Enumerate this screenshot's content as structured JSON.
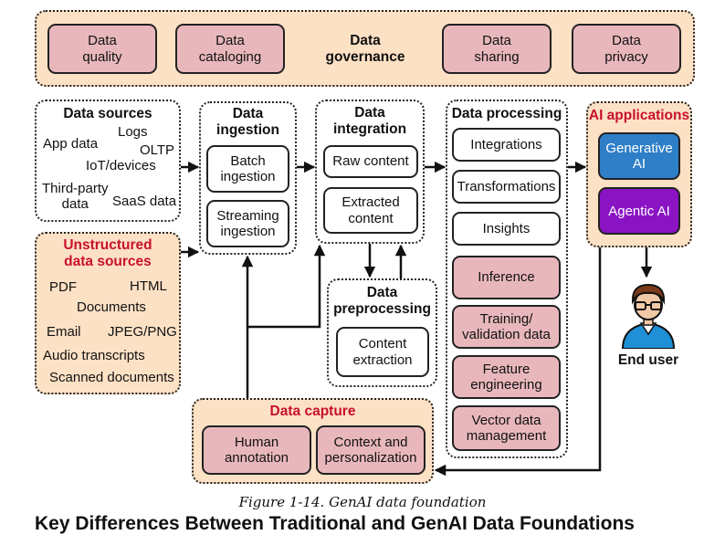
{
  "governance": {
    "quality": "Data\nquality",
    "cataloging": "Data\ncataloging",
    "title": "Data\ngovernance",
    "sharing": "Data\nsharing",
    "privacy": "Data\nprivacy"
  },
  "sources": {
    "title": "Data sources",
    "items": [
      "App data",
      "Logs",
      "OLTP",
      "IoT/devices",
      "Third-party\ndata",
      "SaaS data"
    ]
  },
  "unstructured": {
    "title": "Unstructured\ndata sources",
    "items": [
      "PDF",
      "HTML",
      "Documents",
      "Email",
      "JPEG/PNG",
      "Audio transcripts",
      "Scanned documents"
    ]
  },
  "ingestion": {
    "title": "Data\ningestion",
    "batch": "Batch\ningestion",
    "streaming": "Streaming\ningestion"
  },
  "integration": {
    "title": "Data\nintegration",
    "raw": "Raw content",
    "extracted": "Extracted\ncontent"
  },
  "preprocessing": {
    "title": "Data\npreprocessing",
    "content": "Content\nextraction"
  },
  "processing": {
    "title": "Data processing",
    "integrations": "Integrations",
    "transformations": "Transformations",
    "insights": "Insights",
    "inference": "Inference",
    "training": "Training/\nvalidation data",
    "feature": "Feature\nengineering",
    "vector": "Vector data\nmanagement"
  },
  "ai": {
    "title": "AI applications",
    "generative": "Generative\nAI",
    "agentic": "Agentic AI"
  },
  "end_user": "End user",
  "capture": {
    "title": "Data capture",
    "human": "Human\nannotation",
    "context": "Context and\npersonalization"
  },
  "caption": "Figure 1-14. GenAI data foundation",
  "next_heading": "Key Differences Between Traditional and GenAI Data Foundations",
  "colors": {
    "peach": "#fde1c5",
    "pink": "#e8b7bc",
    "red_text": "#c8102e",
    "generative_blue": "#2f7fc8",
    "agentic_purple": "#8a13c4"
  }
}
